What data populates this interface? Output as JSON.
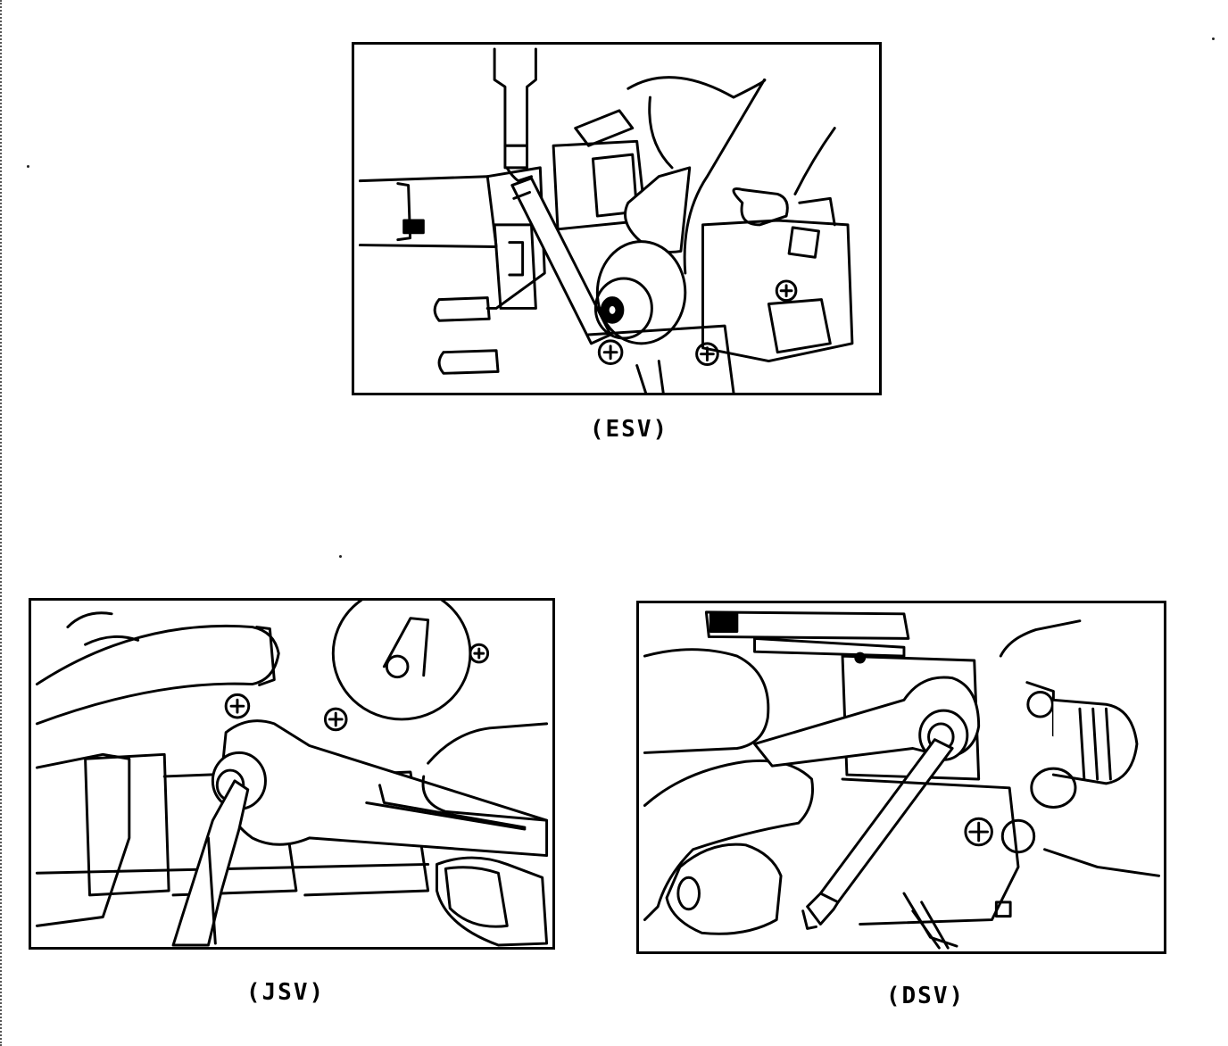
{
  "figures": [
    {
      "id": "esv",
      "caption": "(ESV)"
    },
    {
      "id": "jsv",
      "caption": "(JSV)"
    },
    {
      "id": "dsv",
      "caption": "(DSV)"
    }
  ]
}
